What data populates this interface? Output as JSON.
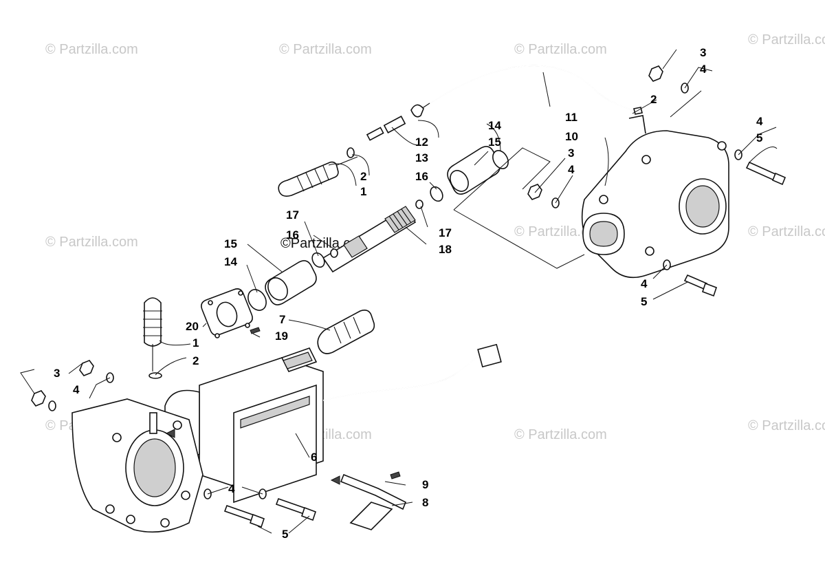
{
  "watermark": "© Partzilla.com",
  "center_watermark": "©Partzilla.com",
  "callouts": {
    "c1a": "1",
    "c2a": "2",
    "c3a": "3",
    "c4a": "4",
    "c5a": "5",
    "c6": "6",
    "c7": "7",
    "c8": "8",
    "c9": "9",
    "c1b": "1",
    "c2b": "2",
    "c2c": "2",
    "c3b": "3",
    "c3c": "3",
    "c4b": "4",
    "c4c": "4",
    "c4d": "4",
    "c4e": "4",
    "c4f": "4",
    "c5b": "5",
    "c5c": "5",
    "c10": "10",
    "c11": "11",
    "c12": "12",
    "c13": "13",
    "c14a": "14",
    "c14b": "14",
    "c15a": "15",
    "c15b": "15",
    "c16a": "16",
    "c16b": "16",
    "c17a": "17",
    "c17b": "17",
    "c18": "18",
    "c19": "19",
    "c20": "20"
  }
}
